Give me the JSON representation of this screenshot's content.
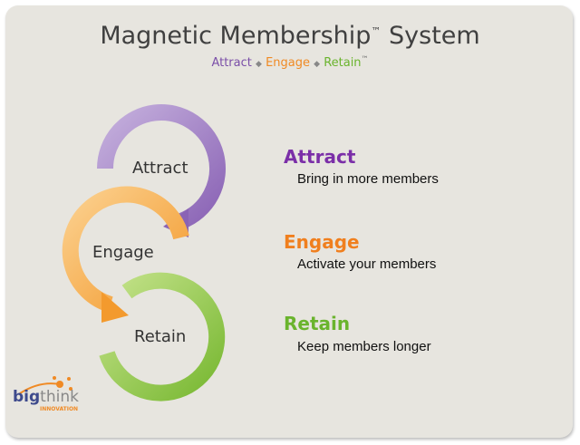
{
  "title": {
    "main": "Magnetic Membership",
    "tm": "™",
    "rest": " System"
  },
  "subtitle": {
    "attract": "Attract",
    "engage": "Engage",
    "retain": "Retain",
    "sep": "◆",
    "tm": "™"
  },
  "cycle": {
    "attract": "Attract",
    "engage": "Engage",
    "retain": "Retain"
  },
  "items": [
    {
      "heading": "Attract",
      "desc": "Bring in more members"
    },
    {
      "heading": "Engage",
      "desc": "Activate your members"
    },
    {
      "heading": "Retain",
      "desc": "Keep members longer"
    }
  ],
  "logo": {
    "big": "big",
    "think": "think",
    "sub": "INNOVATION"
  },
  "colors": {
    "attract": "#7b2fa8",
    "engage": "#f07f1e",
    "retain": "#6ab42d",
    "bg": "#e7e5df"
  }
}
